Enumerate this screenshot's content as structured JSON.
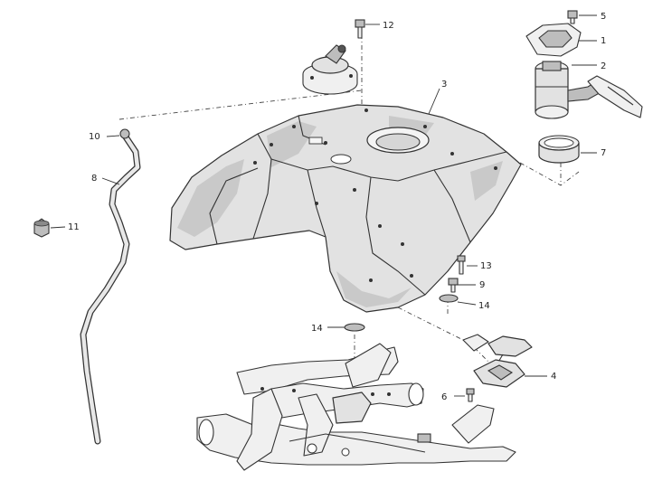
{
  "diagram": {
    "callouts": [
      {
        "id": "c1",
        "label": "1"
      },
      {
        "id": "c2",
        "label": "2"
      },
      {
        "id": "c3",
        "label": "3"
      },
      {
        "id": "c4",
        "label": "4"
      },
      {
        "id": "c5",
        "label": "5"
      },
      {
        "id": "c6",
        "label": "6"
      },
      {
        "id": "c7",
        "label": "7"
      },
      {
        "id": "c8",
        "label": "8"
      },
      {
        "id": "c9",
        "label": "9"
      },
      {
        "id": "c10",
        "label": "10"
      },
      {
        "id": "c11",
        "label": "11"
      },
      {
        "id": "c12",
        "label": "12"
      },
      {
        "id": "c13",
        "label": "13"
      },
      {
        "id": "c14a",
        "label": "14"
      },
      {
        "id": "c14b",
        "label": "14"
      }
    ]
  }
}
